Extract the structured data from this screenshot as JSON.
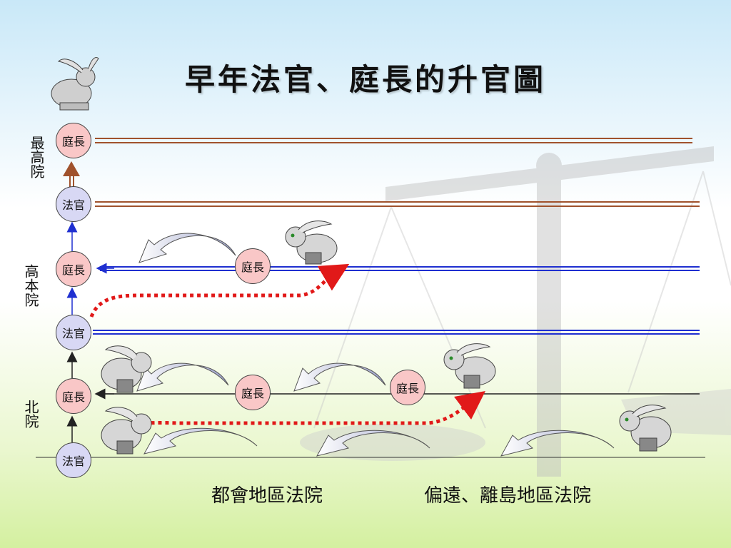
{
  "title": "早年法官、庭長的升官圖",
  "tiers": {
    "supreme": "最高院",
    "high": "高本院",
    "district": "北院"
  },
  "court_labels": {
    "chief": "庭長",
    "judge": "法官"
  },
  "regions": {
    "urban": "都會地區法院",
    "remote": "偏遠、離島地區法院"
  },
  "colors": {
    "supreme_line": "#a0522d",
    "high_line": "#1f2fd0",
    "district_line": "#333333",
    "dotted_path": "#e11919",
    "judge_fill": "#d8d8f4",
    "chief_fill": "#f9c7c7"
  }
}
